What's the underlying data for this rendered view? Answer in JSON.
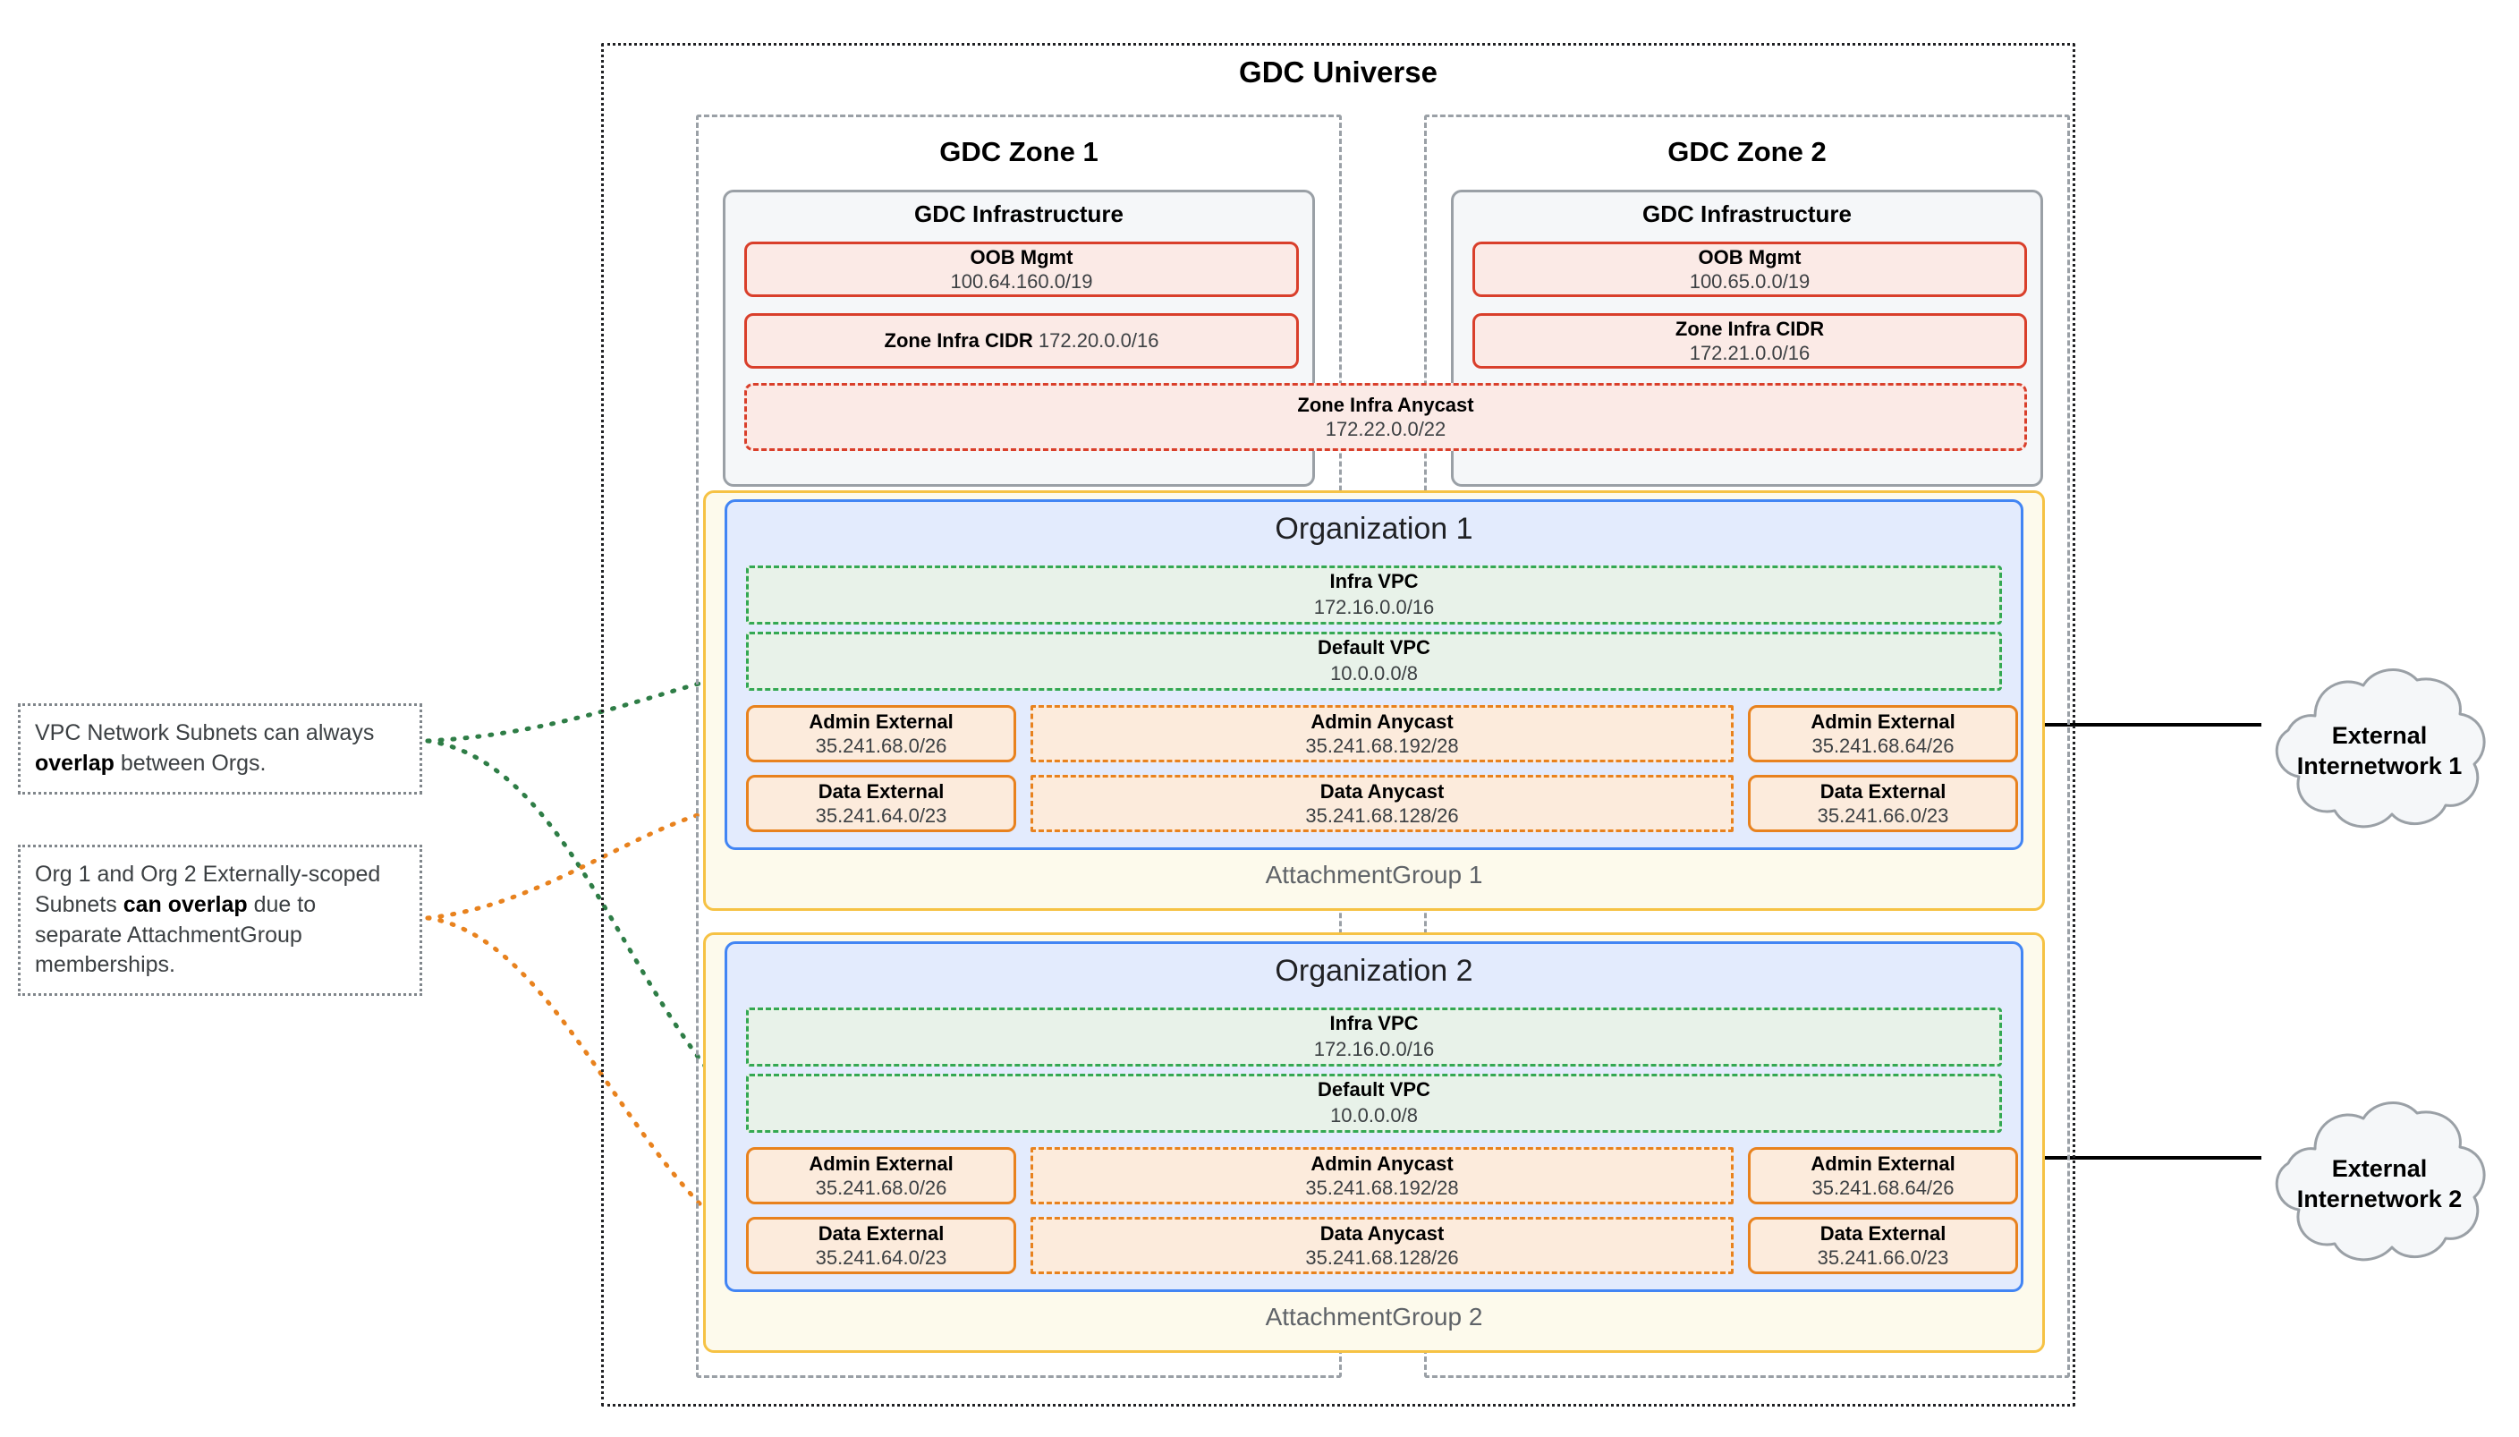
{
  "universe": {
    "title": "GDC Universe"
  },
  "zones": [
    {
      "title": "GDC Zone 1",
      "infra": {
        "title": "GDC Infrastructure",
        "oob": {
          "label": "OOB Mgmt",
          "cidr": "100.64.160.0/19"
        },
        "zone_infra_cidr": {
          "label": "Zone Infra CIDR",
          "cidr": "172.20.0.0/16"
        }
      }
    },
    {
      "title": "GDC Zone 2",
      "infra": {
        "title": "GDC Infrastructure",
        "oob": {
          "label": "OOB Mgmt",
          "cidr": "100.65.0.0/19"
        },
        "zone_infra_cidr": {
          "label": "Zone Infra CIDR",
          "cidr": "172.21.0.0/16"
        }
      }
    }
  ],
  "zone_infra_anycast": {
    "label": "Zone Infra Anycast",
    "cidr": "172.22.0.0/22"
  },
  "attachment_groups": [
    {
      "label": "AttachmentGroup 1"
    },
    {
      "label": "AttachmentGroup 2"
    }
  ],
  "organizations": [
    {
      "title": "Organization 1",
      "vpcs": [
        {
          "label": "Infra VPC",
          "cidr": "172.16.0.0/16"
        },
        {
          "label": "Default VPC",
          "cidr": "10.0.0.0/8"
        }
      ],
      "subnets": {
        "admin_external_left": {
          "label": "Admin External",
          "cidr": "35.241.68.0/26"
        },
        "admin_anycast": {
          "label": "Admin Anycast",
          "cidr": "35.241.68.192/28"
        },
        "admin_external_right": {
          "label": "Admin External",
          "cidr": "35.241.68.64/26"
        },
        "data_external_left": {
          "label": "Data External",
          "cidr": "35.241.64.0/23"
        },
        "data_anycast": {
          "label": "Data Anycast",
          "cidr": "35.241.68.128/26"
        },
        "data_external_right": {
          "label": "Data External",
          "cidr": "35.241.66.0/23"
        }
      }
    },
    {
      "title": "Organization 2",
      "vpcs": [
        {
          "label": "Infra VPC",
          "cidr": "172.16.0.0/16"
        },
        {
          "label": "Default VPC",
          "cidr": "10.0.0.0/8"
        }
      ],
      "subnets": {
        "admin_external_left": {
          "label": "Admin External",
          "cidr": "35.241.68.0/26"
        },
        "admin_anycast": {
          "label": "Admin Anycast",
          "cidr": "35.241.68.192/28"
        },
        "admin_external_right": {
          "label": "Admin External",
          "cidr": "35.241.68.64/26"
        },
        "data_external_left": {
          "label": "Data External",
          "cidr": "35.241.64.0/23"
        },
        "data_anycast": {
          "label": "Data Anycast",
          "cidr": "35.241.68.128/26"
        },
        "data_external_right": {
          "label": "Data External",
          "cidr": "35.241.66.0/23"
        }
      }
    }
  ],
  "external_networks": [
    {
      "label": "External\nInternetwork 1"
    },
    {
      "label": "External\nInternetwork 2"
    }
  ],
  "notes": [
    {
      "lead": "VPC Network Subnets can always ",
      "strong": "overlap",
      "tail": " between Orgs."
    },
    {
      "lead": "Org 1 and Org 2 Externally-scoped Subnets ",
      "strong": "can overlap",
      "tail": " due to separate AttachmentGroup memberships."
    }
  ],
  "colors": {
    "universe_border": "#202124",
    "zone_border": "#9aa0a6",
    "infra_red": "#d93f2b",
    "org_blue": "#4285f4",
    "vpc_green": "#34a853",
    "subnet_orange": "#e8821e",
    "attachment_yellow": "#f6c244",
    "note_border": "#80868b"
  }
}
